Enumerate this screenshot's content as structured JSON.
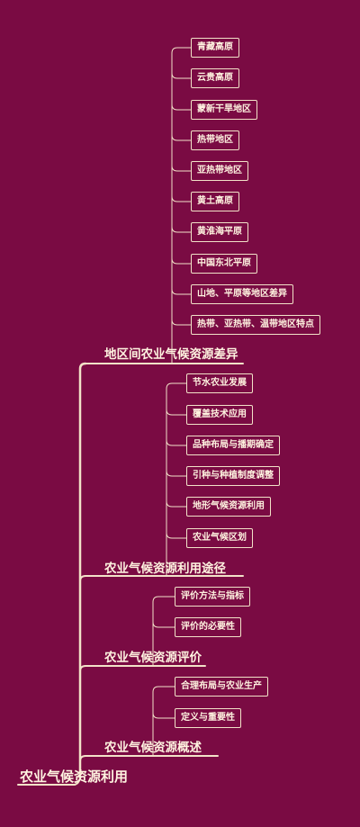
{
  "root": "农业气候资源利用",
  "branches": [
    {
      "label": "地区间农业气候资源差异",
      "children": [
        "青藏高原",
        "云贵高原",
        "蒙新干旱地区",
        "热带地区",
        "亚热带地区",
        "黄土高原",
        "黄淮海平原",
        "中国东北平原",
        "山地、平原等地区差异",
        "热带、亚热带、温带地区特点"
      ]
    },
    {
      "label": "农业气候资源利用途径",
      "children": [
        "节水农业发展",
        "覆盖技术应用",
        "品种布局与播期确定",
        "引种与种植制度调整",
        "地形气候资源利用",
        "农业气候区划"
      ]
    },
    {
      "label": "农业气候资源评价",
      "children": [
        "评价方法与指标",
        "评价的必要性"
      ]
    },
    {
      "label": "农业气候资源概述",
      "children": [
        "合理布局与农业生产",
        "定义与重要性"
      ]
    }
  ],
  "colors": {
    "background": "#7a0b43",
    "line": "#f2e2c8",
    "text": "#fff3e0"
  }
}
